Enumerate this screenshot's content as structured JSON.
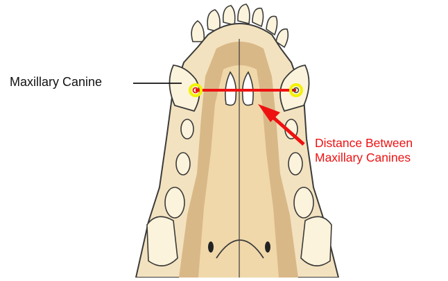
{
  "labels": {
    "maxillary_canine": "Maxillary Canine",
    "distance_line1": "Distance Between",
    "distance_line2": "Maxillary Canines"
  },
  "colors": {
    "annotation_red": "#ee1111",
    "canine_marker_yellow": "#f2f200",
    "label_text": "#111111",
    "bone_fill": "#f3e2bf",
    "palate_fill": "#d9b888",
    "tooth_fill": "#fbf3db",
    "outline": "#3a3a3a"
  },
  "icons": {
    "canine_marker": "yellow-ring-marker",
    "pointer": "red-arrow"
  }
}
